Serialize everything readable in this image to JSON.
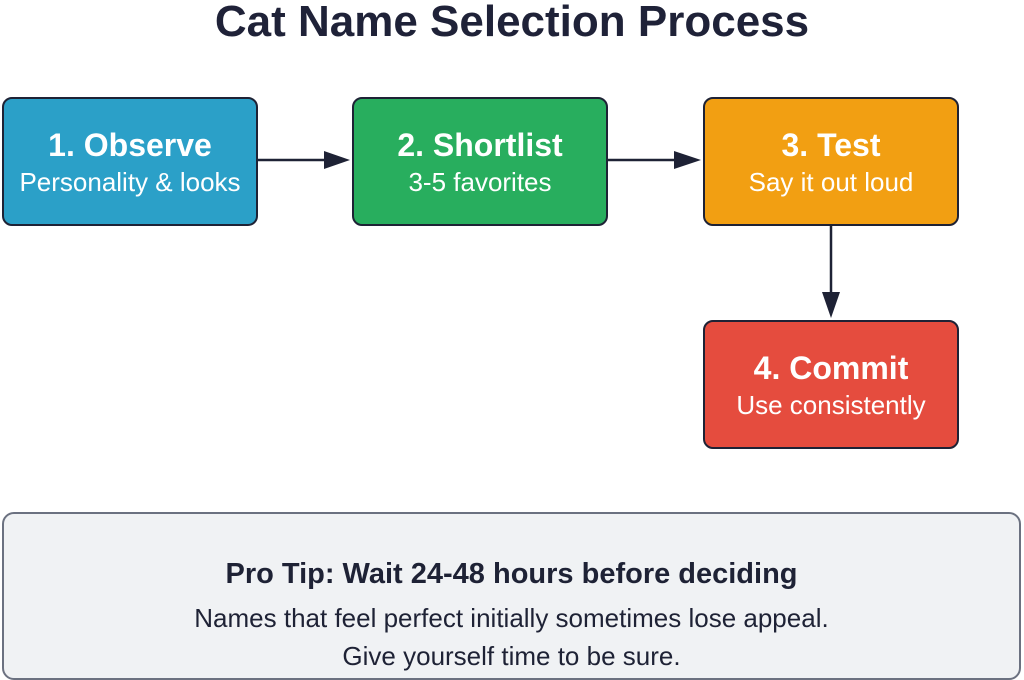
{
  "title": "Cat Name Selection Process",
  "steps": [
    {
      "title": "1. Observe",
      "desc": "Personality & looks",
      "color": "#2ba0c8"
    },
    {
      "title": "2. Shortlist",
      "desc": "3-5 favorites",
      "color": "#28ae5e"
    },
    {
      "title": "3. Test",
      "desc": "Say it out loud",
      "color": "#f29f12"
    },
    {
      "title": "4. Commit",
      "desc": "Use consistently",
      "color": "#e54c3e"
    }
  ],
  "tip": {
    "heading": "Pro Tip: Wait 24-48 hours before deciding",
    "lines": [
      "Names that feel perfect initially sometimes lose appeal.",
      "Give yourself time to be sure."
    ]
  },
  "colors": {
    "stroke": "#1e2235",
    "tip_background": "#f0f2f4",
    "tip_border": "#6b7180"
  }
}
